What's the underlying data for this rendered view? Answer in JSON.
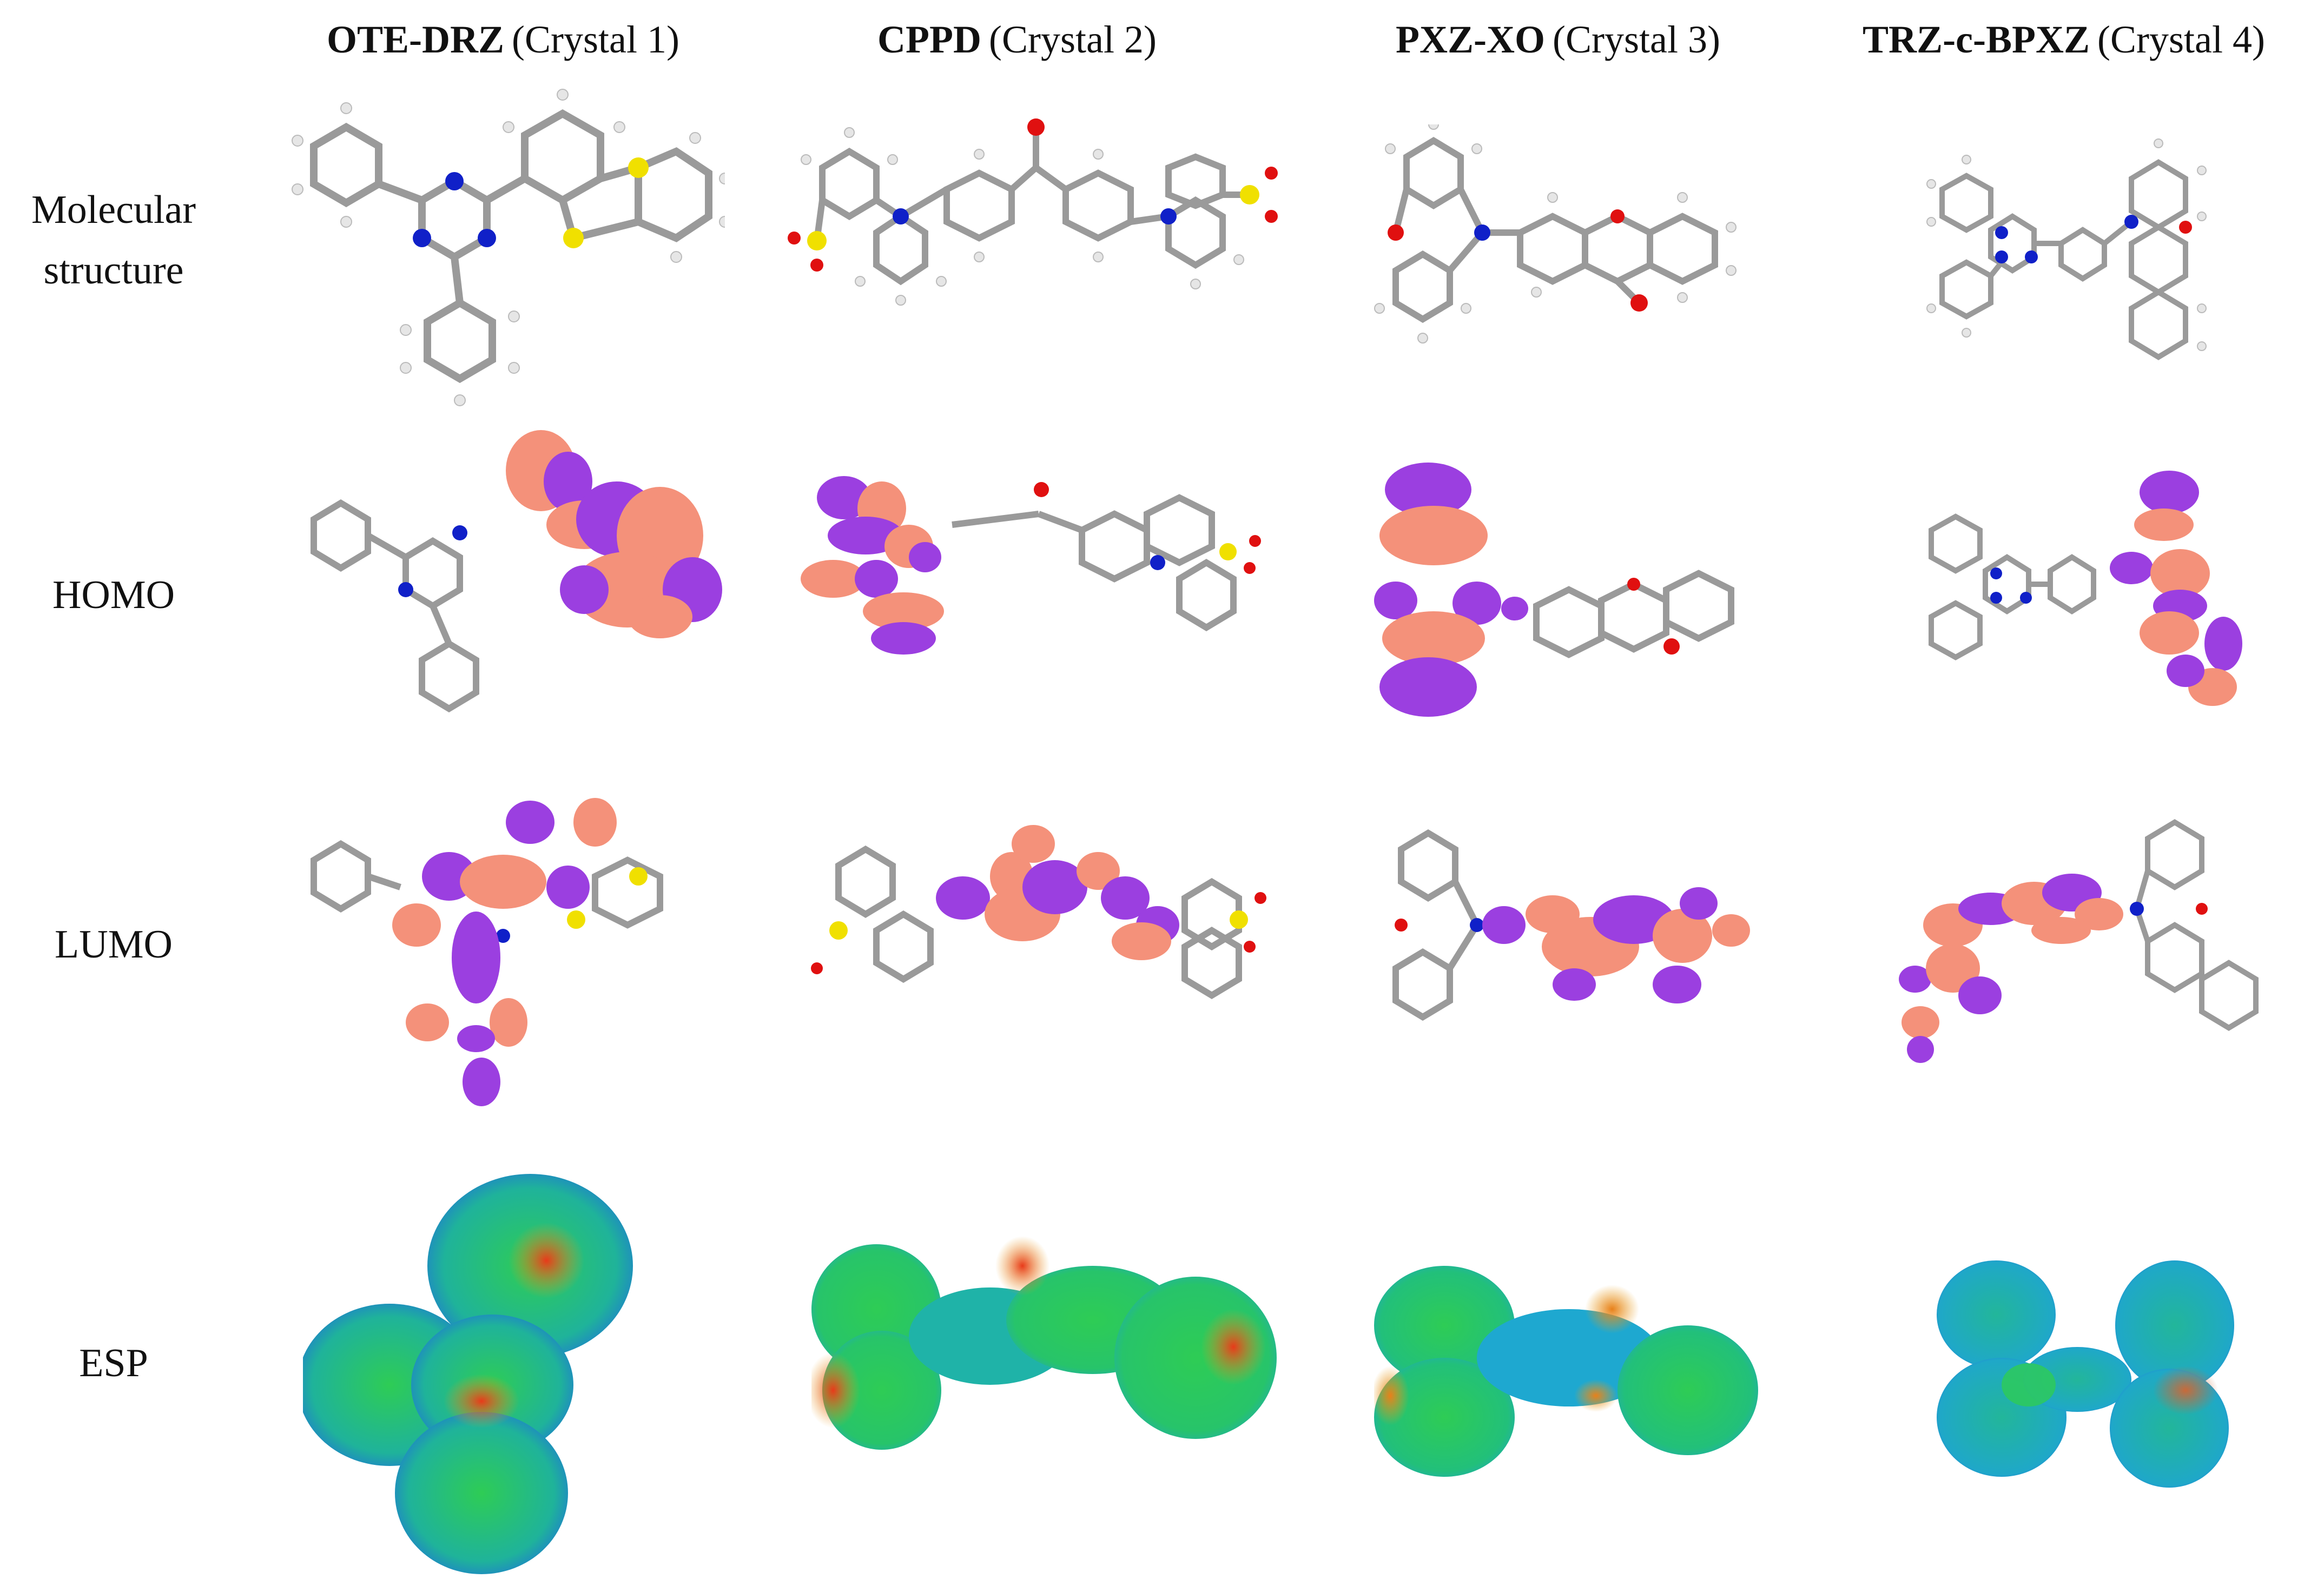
{
  "columns": [
    {
      "name": "OTE-DRZ",
      "suffix": "(Crystal 1)"
    },
    {
      "name": "CPPD",
      "suffix": "(Crystal 2)"
    },
    {
      "name": "PXZ-XO",
      "suffix": "(Crystal 3)"
    },
    {
      "name": "TRZ-c-BPXZ",
      "suffix": "(Crystal 4)"
    }
  ],
  "rows": {
    "structure_line1": "Molecular",
    "structure_line2": "structure",
    "homo": "HOMO",
    "lumo": "LUMO",
    "esp": "ESP"
  },
  "colors": {
    "carbon": "#9a9a9a",
    "hydrogen": "#e6e6e6",
    "nitrogen": "#1020c8",
    "sulfur": "#f0e000",
    "oxygen": "#e01010",
    "orbital_positive": "#f4917a",
    "orbital_negative": "#9b3fe0",
    "esp_low": "#1e6be0",
    "esp_mid": "#2ecc55",
    "esp_high": "#e83a1a"
  }
}
